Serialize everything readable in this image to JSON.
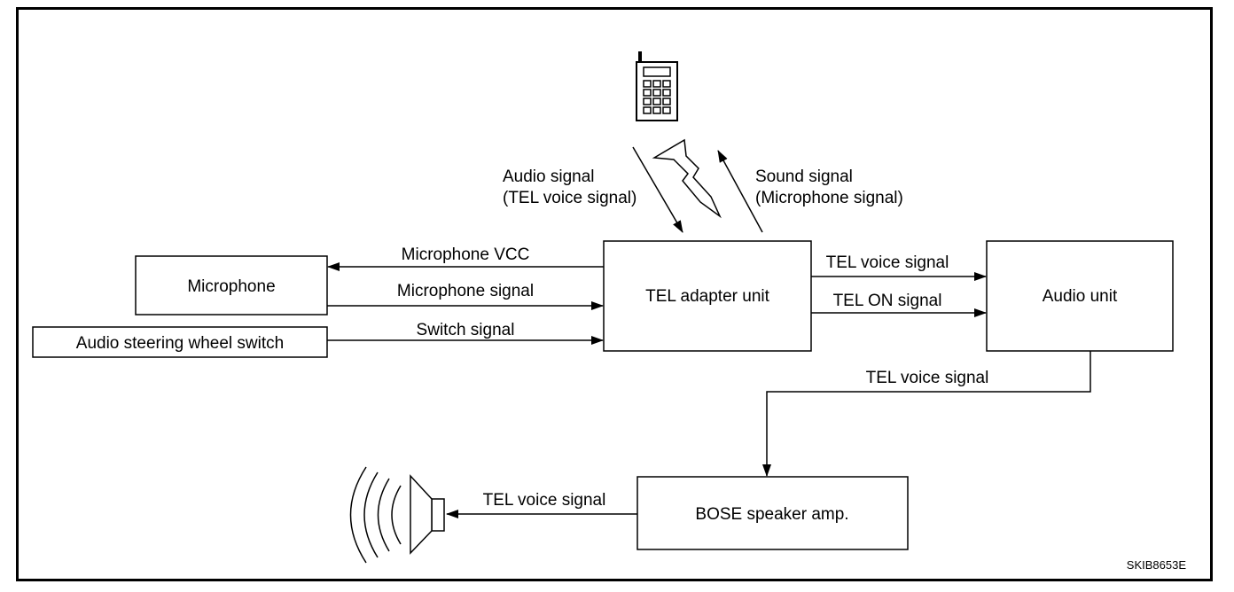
{
  "blocks": {
    "microphone": "Microphone",
    "steering_switch": "Audio steering wheel switch",
    "tel_adapter": "TEL adapter unit",
    "audio_unit": "Audio unit",
    "bose_amp": "BOSE speaker amp."
  },
  "signals": {
    "mic_vcc": "Microphone VCC",
    "mic_signal": "Microphone signal",
    "switch_signal": "Switch signal",
    "tel_voice_to_audio": "TEL voice signal",
    "tel_on": "TEL ON signal",
    "tel_voice_to_amp": "TEL voice signal",
    "tel_voice_to_speaker": "TEL voice signal"
  },
  "wireless": {
    "audio_signal_line1": "Audio signal",
    "audio_signal_line2": "(TEL voice signal)",
    "sound_signal_line1": "Sound signal",
    "sound_signal_line2": "(Microphone signal)"
  },
  "icons": {
    "phone": "cell-phone-icon",
    "speaker": "speaker-icon",
    "lightning": "wireless-lightning-icon"
  },
  "figure_code": "SKIB8653E"
}
